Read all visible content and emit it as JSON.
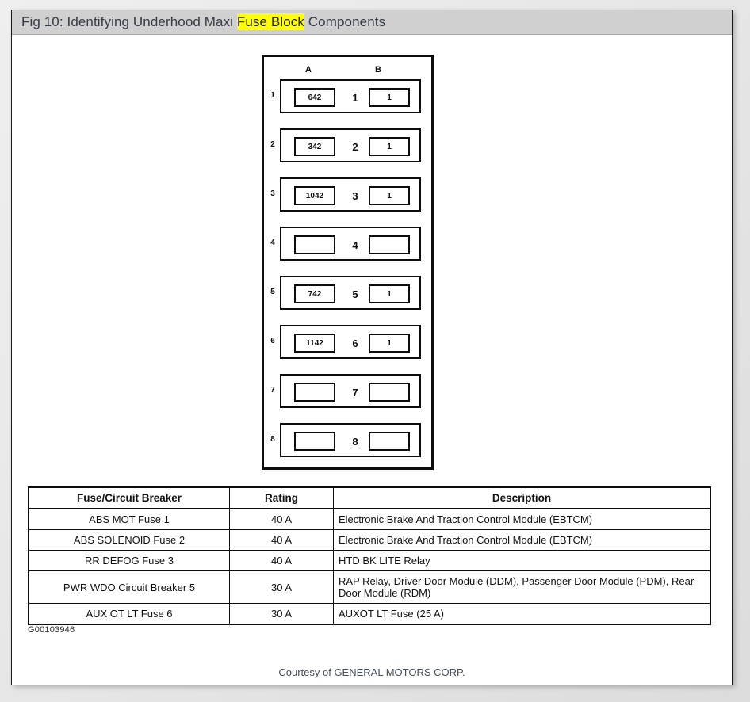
{
  "title_bar": {
    "prefix": "Fig 10: Identifying Underhood Maxi ",
    "highlight": "Fuse Block",
    "suffix": " Components"
  },
  "diagram": {
    "column_headers": {
      "a": "A",
      "b": "B"
    },
    "rows": [
      {
        "number": "1",
        "slot_a": "642",
        "center": "1",
        "slot_b": "1"
      },
      {
        "number": "2",
        "slot_a": "342",
        "center": "2",
        "slot_b": "1"
      },
      {
        "number": "3",
        "slot_a": "1042",
        "center": "3",
        "slot_b": "1"
      },
      {
        "number": "4",
        "slot_a": "",
        "center": "4",
        "slot_b": ""
      },
      {
        "number": "5",
        "slot_a": "742",
        "center": "5",
        "slot_b": "1"
      },
      {
        "number": "6",
        "slot_a": "1142",
        "center": "6",
        "slot_b": "1"
      },
      {
        "number": "7",
        "slot_a": "",
        "center": "7",
        "slot_b": ""
      },
      {
        "number": "8",
        "slot_a": "",
        "center": "8",
        "slot_b": ""
      }
    ]
  },
  "table": {
    "headers": {
      "fuse": "Fuse/Circuit Breaker",
      "rating": "Rating",
      "description": "Description"
    },
    "rows": [
      {
        "fuse": "ABS MOT Fuse 1",
        "rating": "40 A",
        "description": "Electronic Brake And Traction Control Module (EBTCM)"
      },
      {
        "fuse": "ABS SOLENOID Fuse 2",
        "rating": "40 A",
        "description": "Electronic Brake And Traction Control Module (EBTCM)"
      },
      {
        "fuse": "RR DEFOG Fuse 3",
        "rating": "40 A",
        "description": "HTD BK LITE Relay"
      },
      {
        "fuse": "PWR WDO Circuit Breaker 5",
        "rating": "30 A",
        "description": "RAP Relay, Driver Door Module (DDM), Passenger Door Module (PDM), Rear Door Module (RDM)"
      },
      {
        "fuse": "AUX OT LT Fuse 6",
        "rating": "30 A",
        "description": "AUXOT LT Fuse (25 A)"
      }
    ]
  },
  "figure_code": "G00103946",
  "courtesy": "Courtesy of GENERAL MOTORS CORP.",
  "colors": {
    "highlight": "#ffff00",
    "title_bar_bg": "#d0d0d0",
    "ink": "#0d0d0d",
    "page_bg": "#ffffff"
  }
}
